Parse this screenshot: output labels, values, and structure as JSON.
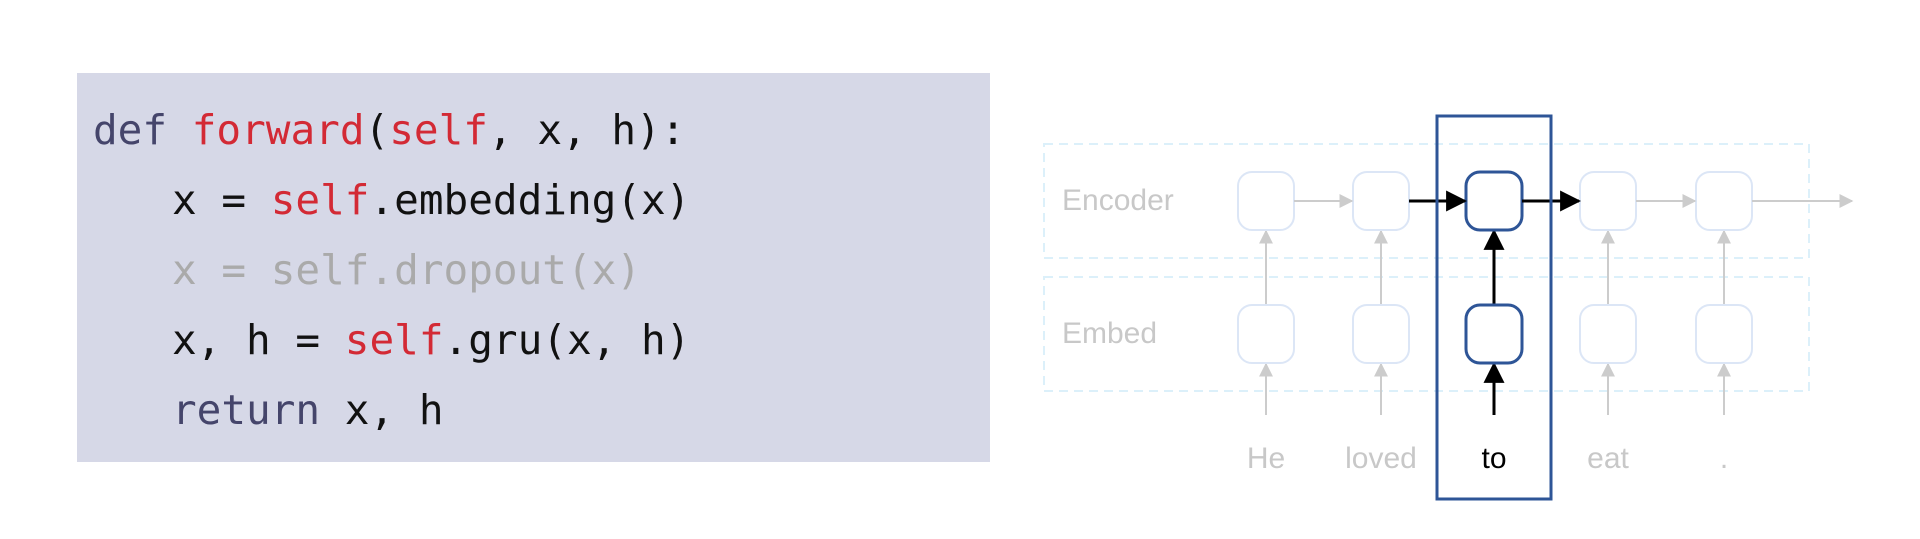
{
  "code": {
    "lines": [
      {
        "tokens": [
          {
            "text": "def",
            "style": "kw"
          },
          {
            "text": " ",
            "style": ""
          },
          {
            "text": "forward",
            "style": "red"
          },
          {
            "text": "(",
            "style": ""
          },
          {
            "text": "self",
            "style": "red"
          },
          {
            "text": ", x, h):",
            "style": ""
          }
        ]
      },
      {
        "tokens": [
          {
            "text": "x = ",
            "style": ""
          },
          {
            "text": "self",
            "style": "red"
          },
          {
            "text": ".embedding(x)",
            "style": ""
          }
        ]
      },
      {
        "tokens": [
          {
            "text": "x = self.dropout(x)",
            "style": "dim"
          }
        ]
      },
      {
        "tokens": [
          {
            "text": "x, h = ",
            "style": ""
          },
          {
            "text": "self",
            "style": "red"
          },
          {
            "text": ".gru(x, h)",
            "style": ""
          }
        ]
      },
      {
        "tokens": [
          {
            "text": "return",
            "style": "kw"
          },
          {
            "text": " x, h",
            "style": ""
          }
        ]
      }
    ]
  },
  "diagram": {
    "row_labels": {
      "encoder": "Encoder",
      "embed": "Embed"
    },
    "tokens": [
      "He",
      "loved",
      "to",
      "eat",
      "."
    ],
    "active_index": 2,
    "colors": {
      "active_stroke": "#2e5597",
      "faded_cell": "#dce6f6",
      "faded_arrow": "#cccccc",
      "faded_label": "#c8c8c8",
      "band_stroke": "#dcf0fa",
      "active_arrow": "#000000"
    }
  }
}
